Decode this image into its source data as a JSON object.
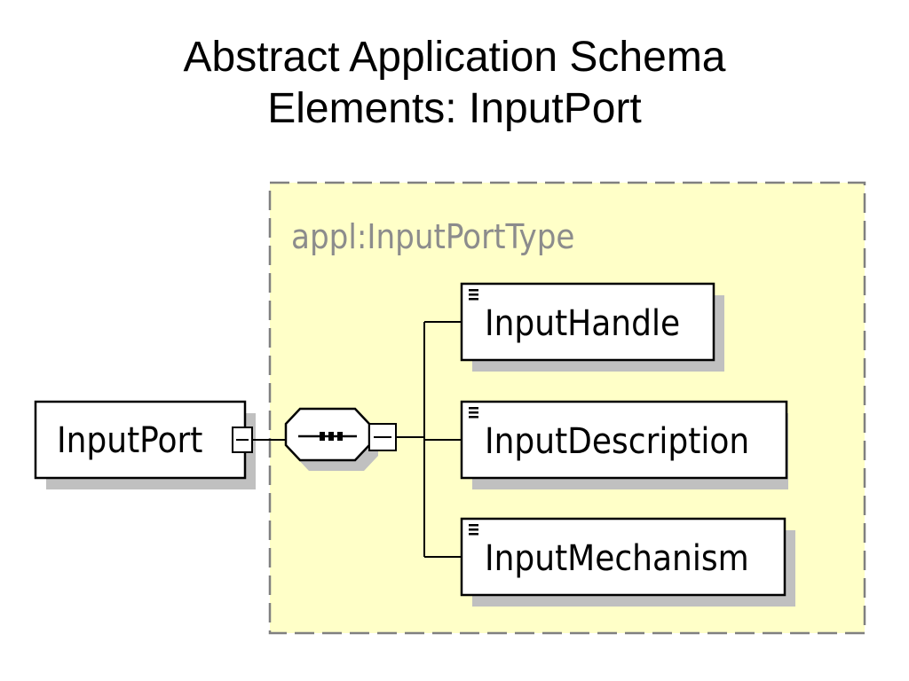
{
  "title": {
    "line1": "Abstract Application Schema",
    "line2": "Elements: InputPort"
  },
  "diagram": {
    "type_label": "appl:InputPortType",
    "root_element": "InputPort",
    "children": [
      {
        "label": "InputHandle"
      },
      {
        "label": "InputDescription"
      },
      {
        "label": "InputMechanism"
      }
    ],
    "colors": {
      "type_box_fill": "#ffffc8",
      "type_box_border": "#808080",
      "shadow": "#c0c0c0",
      "type_label": "#8c8c8c"
    }
  }
}
